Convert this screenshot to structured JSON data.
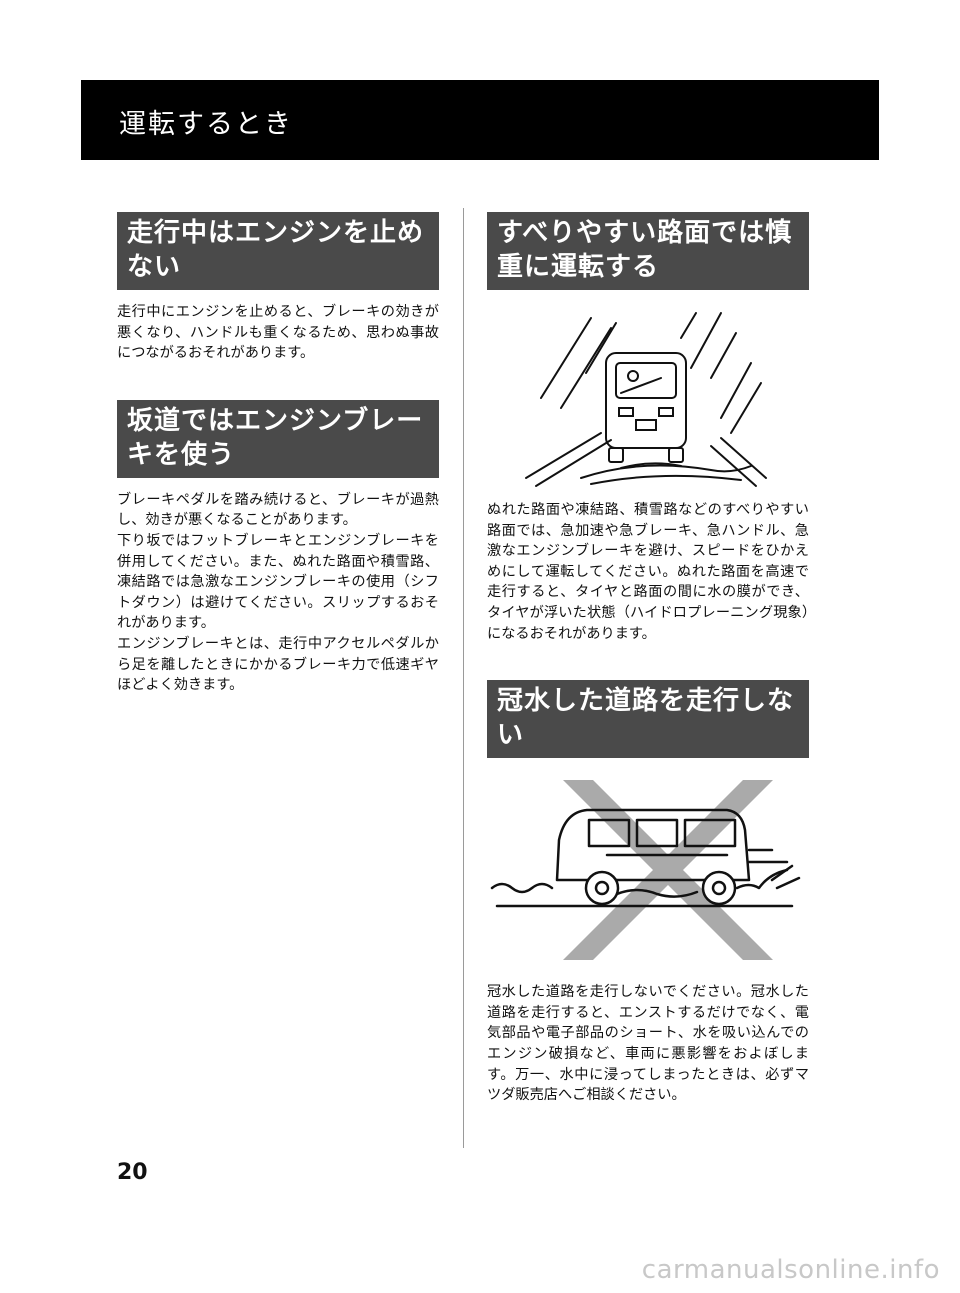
{
  "header": {
    "title": "運転するとき"
  },
  "left": {
    "section1": {
      "heading": "走行中はエンジンを止めない",
      "body": "走行中にエンジンを止めると、ブレーキの効きが悪くなり、ハンドルも重くなるため、思わぬ事故につながるおそれがあります。"
    },
    "section2": {
      "heading": "坂道ではエンジンブレーキを使う",
      "p1": "ブレーキペダルを踏み続けると、ブレーキが過熱し、効きが悪くなることがあります。",
      "p2": "下り坂ではフットブレーキとエンジンブレーキを併用してください。また、ぬれた路面や積雪路、凍結路では急激なエンジンブレーキの使用（シフトダウン）は避けてください。スリップするおそれがあります。",
      "p3": "エンジンブレーキとは、走行中アクセルペダルから足を離したときにかかるブレーキ力で低速ギヤほどよく効きます。"
    }
  },
  "right": {
    "section1": {
      "heading": "すべりやすい路面では慎重に運転する",
      "body": "ぬれた路面や凍結路、積雪路などのすべりやすい路面では、急加速や急ブレーキ、急ハンドル、急激なエンジンブレーキを避け、スピードをひかえめにして運転してください。ぬれた路面を高速で走行すると、タイヤと路面の間に水の膜ができ、タイヤが浮いた状態（ハイドロプレーニング現象）になるおそれがあります。"
    },
    "section2": {
      "heading": "冠水した道路を走行しない",
      "body": "冠水した道路を走行しないでください。冠水した道路を走行すると、エンストするだけでなく、電気部品や電子部品のショート、水を吸い込んでのエンジン破損など、車両に悪影響をおよぼします。万一、水中に浸ってしまったときは、必ずマツダ販売店へご相談ください。"
    }
  },
  "page_number": "20",
  "watermark": "carmanualsonline.info",
  "colors": {
    "header_bg": "#000000",
    "heading_bg": "#4a4a4a",
    "cross": "#aaaaaa"
  }
}
